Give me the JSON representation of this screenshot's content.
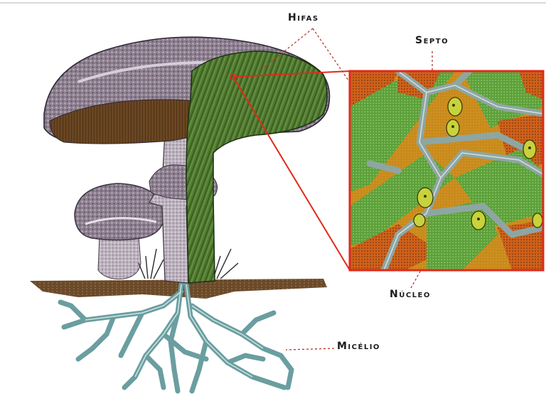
{
  "labels": {
    "hifas": "Hifas",
    "septo": "Septo",
    "nucleo": "Núcleo",
    "micelio": "Micélio"
  },
  "colors": {
    "cap": "#8d7f90",
    "cap_light": "#b9aeba",
    "gills": "#5a3a1c",
    "hypha_green": "#4f7a2c",
    "hypha_dark": "#2d4a1a",
    "soil": "#6b4a2a",
    "mycelium": "#6a9ea0",
    "zoom_frame": "#e02a1a",
    "zoom_bg": "#c97f1a",
    "zoom_orange": "#d4661a",
    "zoom_green": "#5ea43a",
    "septa_gray": "#8ea6a3",
    "nucleus": "#c8d23a"
  }
}
